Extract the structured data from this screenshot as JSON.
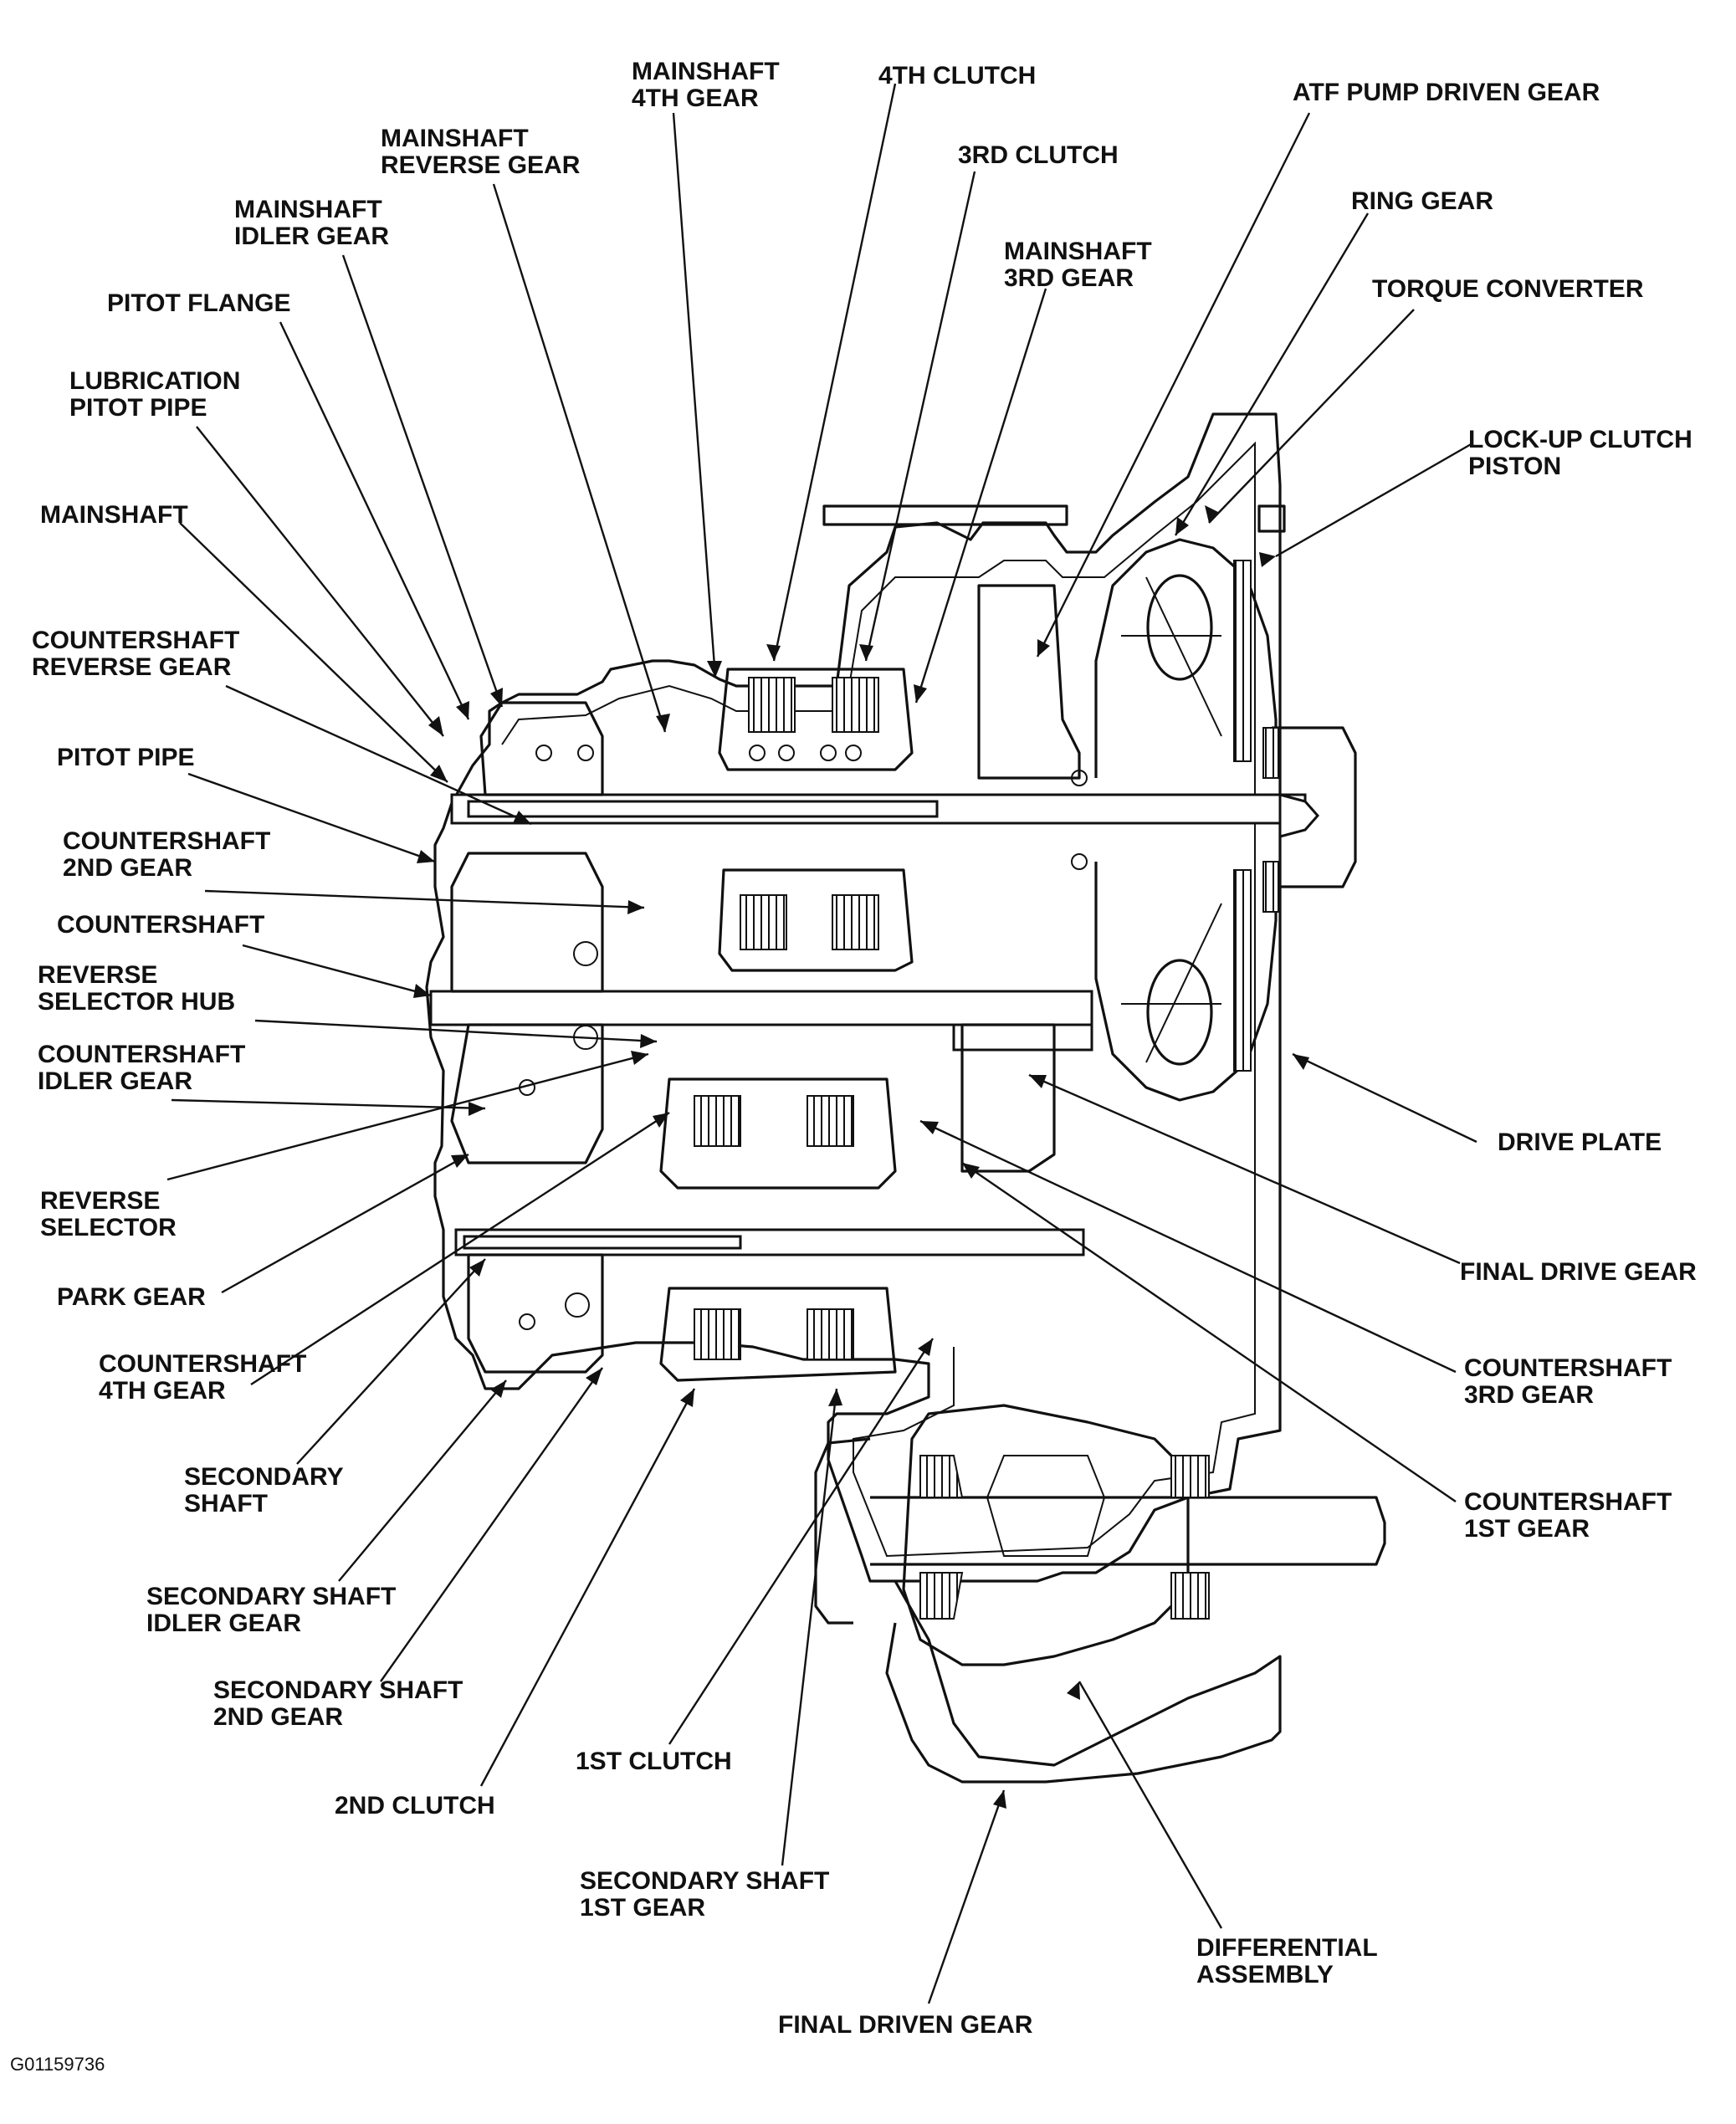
{
  "figure_id": "G01159736",
  "labels": {
    "mainshaft_4th_gear": [
      "MAINSHAFT",
      "4TH GEAR"
    ],
    "clutch_4th": [
      "4TH CLUTCH"
    ],
    "atf_pump_driven_gear": [
      "ATF PUMP DRIVEN GEAR"
    ],
    "mainshaft_reverse_gear": [
      "MAINSHAFT",
      "REVERSE GEAR"
    ],
    "clutch_3rd": [
      "3RD CLUTCH"
    ],
    "ring_gear": [
      "RING GEAR"
    ],
    "mainshaft_idler_gear": [
      "MAINSHAFT",
      "IDLER GEAR"
    ],
    "mainshaft_3rd_gear": [
      "MAINSHAFT",
      "3RD GEAR"
    ],
    "torque_converter": [
      "TORQUE CONVERTER"
    ],
    "pitot_flange": [
      "PITOT FLANGE"
    ],
    "lubrication_pitot_pipe": [
      "LUBRICATION",
      "PITOT PIPE"
    ],
    "lockup_clutch_piston": [
      "LOCK-UP CLUTCH",
      "PISTON"
    ],
    "mainshaft": [
      "MAINSHAFT"
    ],
    "countershaft_reverse_gear": [
      "COUNTERSHAFT",
      "REVERSE GEAR"
    ],
    "pitot_pipe": [
      "PITOT PIPE"
    ],
    "countershaft_2nd_gear": [
      "COUNTERSHAFT",
      "2ND GEAR"
    ],
    "countershaft": [
      "COUNTERSHAFT"
    ],
    "reverse_selector_hub": [
      "REVERSE",
      "SELECTOR HUB"
    ],
    "countershaft_idler_gear": [
      "COUNTERSHAFT",
      "IDLER GEAR"
    ],
    "drive_plate": [
      "DRIVE PLATE"
    ],
    "reverse_selector": [
      "REVERSE",
      "SELECTOR"
    ],
    "final_drive_gear": [
      "FINAL DRIVE GEAR"
    ],
    "park_gear": [
      "PARK GEAR"
    ],
    "countershaft_4th_gear": [
      "COUNTERSHAFT",
      "4TH GEAR"
    ],
    "countershaft_3rd_gear": [
      "COUNTERSHAFT",
      "3RD GEAR"
    ],
    "secondary_shaft": [
      "SECONDARY",
      "SHAFT"
    ],
    "countershaft_1st_gear": [
      "COUNTERSHAFT",
      "1ST GEAR"
    ],
    "secondary_shaft_idler_gear": [
      "SECONDARY SHAFT",
      "IDLER GEAR"
    ],
    "secondary_shaft_2nd_gear": [
      "SECONDARY SHAFT",
      "2ND GEAR"
    ],
    "clutch_1st": [
      "1ST CLUTCH"
    ],
    "clutch_2nd": [
      "2ND CLUTCH"
    ],
    "secondary_shaft_1st_gear": [
      "SECONDARY SHAFT",
      "1ST GEAR"
    ],
    "differential_assembly": [
      "DIFFERENTIAL",
      "ASSEMBLY"
    ],
    "final_driven_gear": [
      "FINAL DRIVEN GEAR"
    ]
  }
}
